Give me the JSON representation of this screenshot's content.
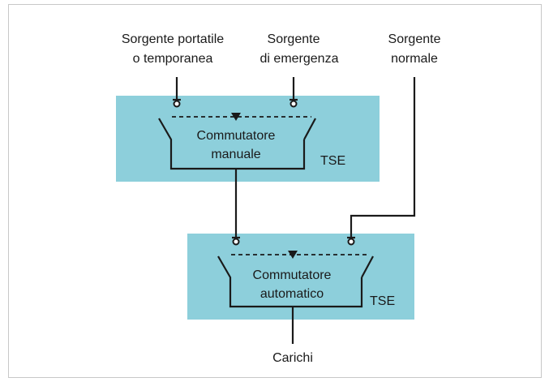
{
  "sources": {
    "portable": {
      "line1": "Sorgente portatile",
      "line2": "o temporanea"
    },
    "emergency": {
      "line1": "Sorgente",
      "line2": "di emergenza"
    },
    "normal": {
      "line1": "Sorgente",
      "line2": "normale"
    }
  },
  "manual_switch": {
    "line1": "Commutatore",
    "line2": "manuale",
    "tag": "TSE"
  },
  "automatic_switch": {
    "line1": "Commutatore",
    "line2": "automatico",
    "tag": "TSE"
  },
  "loads": "Carichi",
  "colors": {
    "box_fill": "#8dcfdb",
    "line": "#1a1a1a",
    "frame": "#c8c8c8"
  }
}
